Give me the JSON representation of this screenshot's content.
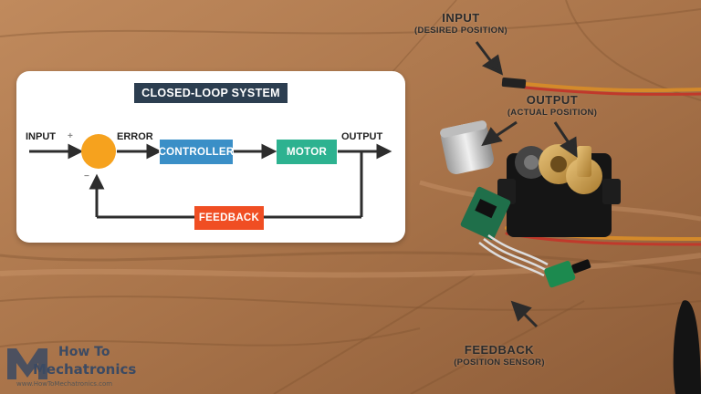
{
  "photo_labels": {
    "input": {
      "main": "INPUT",
      "sub": "(DESIRED POSITION)"
    },
    "output": {
      "main": "OUTPUT",
      "sub": "(ACTUAL POSITION)"
    },
    "feedback": {
      "main": "FEEDBACK",
      "sub": "(POSITION SENSOR)"
    }
  },
  "diagram": {
    "title": "CLOSED-LOOP SYSTEM",
    "input_label": "INPUT",
    "error_label": "ERROR",
    "output_label": "OUTPUT",
    "controller_label": "CONTROLLER",
    "motor_label": "MOTOR",
    "feedback_label": "FEEDBACK",
    "plus_sign": "+",
    "minus_sign": "−"
  },
  "watermark": {
    "line1": "How To",
    "line2": "Mechatronics",
    "url": "www.HowToMechatronics.com"
  },
  "colors": {
    "title_bg": "#2c3e50",
    "controller": "#3a8fc7",
    "motor": "#2db290",
    "feedback": "#f04e23",
    "summing_junction": "#f6a21e",
    "wood": "#b07a4f"
  }
}
